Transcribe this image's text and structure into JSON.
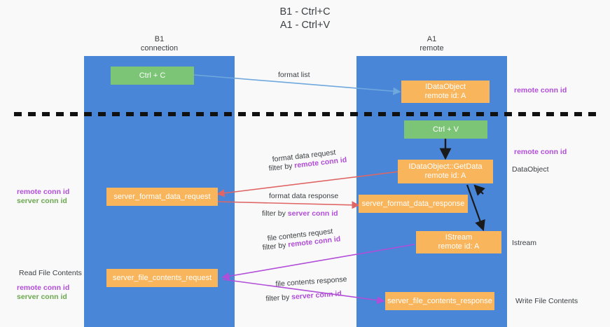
{
  "title": "B1 - Ctrl+C\nA1 - Ctrl+V",
  "lanes": [
    {
      "name": "b1",
      "label": "B1\nconnection"
    },
    {
      "name": "a1",
      "label": "A1\nremote"
    }
  ],
  "nodes": [
    {
      "id": "ctrl-c",
      "text": "Ctrl + C",
      "color": "green"
    },
    {
      "id": "idataobject",
      "text": "IDataObject\nremote id: A",
      "color": "orange"
    },
    {
      "id": "ctrl-v",
      "text": "Ctrl + V",
      "color": "green"
    },
    {
      "id": "idataobject-getdata",
      "text": "IDataObject::GetData\nremote id: A",
      "color": "orange"
    },
    {
      "id": "server-format-data-request",
      "text": "server_format_data_request",
      "color": "orange"
    },
    {
      "id": "server-format-data-response",
      "text": "server_format_data_response",
      "color": "orange"
    },
    {
      "id": "istream",
      "text": "IStream\nremote id: A",
      "color": "orange"
    },
    {
      "id": "server-file-contents-request",
      "text": "server_file_contents_request",
      "color": "orange"
    },
    {
      "id": "server-file-contents-response",
      "text": "server_file_contents_response",
      "color": "orange"
    }
  ],
  "edges": [
    {
      "id": "format-list",
      "line1": "format list",
      "filter_prefix": "",
      "filter_value": ""
    },
    {
      "id": "format-data-request",
      "line1": "format data request",
      "filter_prefix": "filter by ",
      "filter_value": "remote conn id"
    },
    {
      "id": "format-data-response",
      "line1": "format data response",
      "filter_prefix": "filter by ",
      "filter_value": "server conn id"
    },
    {
      "id": "file-contents-request",
      "line1": "file contents request",
      "filter_prefix": "filter by ",
      "filter_value": "remote conn id"
    },
    {
      "id": "file-contents-response",
      "line1": "file contents response",
      "filter_prefix": "filter by ",
      "filter_value": "server conn id"
    }
  ],
  "annotations": {
    "right_remote_conn_id_top": "remote conn id",
    "right_remote_conn_id_mid": "remote conn id",
    "right_dataobject": "DataObject",
    "right_istream": "Istream",
    "right_write_file_contents": "Write File Contents",
    "left_remote_conn_id_mid": "remote conn id",
    "left_server_conn_id_mid": "server conn id",
    "left_read_file_contents": "Read File Contents",
    "left_remote_conn_id_bottom": "remote conn id",
    "left_server_conn_id_bottom": "server conn id"
  },
  "colors": {
    "lane": "#4a86d8",
    "green_node": "#7cc576",
    "orange_node": "#f9b55c",
    "purple_text": "#b14dd8",
    "green_text": "#6aa84f",
    "blue_arrow": "#6fa8dc",
    "red_arrow": "#e06666",
    "magenta_arrow": "#b14dd8",
    "black_arrow": "#1a1a1a",
    "divider": "#111111",
    "background": "#f9f9f9"
  }
}
